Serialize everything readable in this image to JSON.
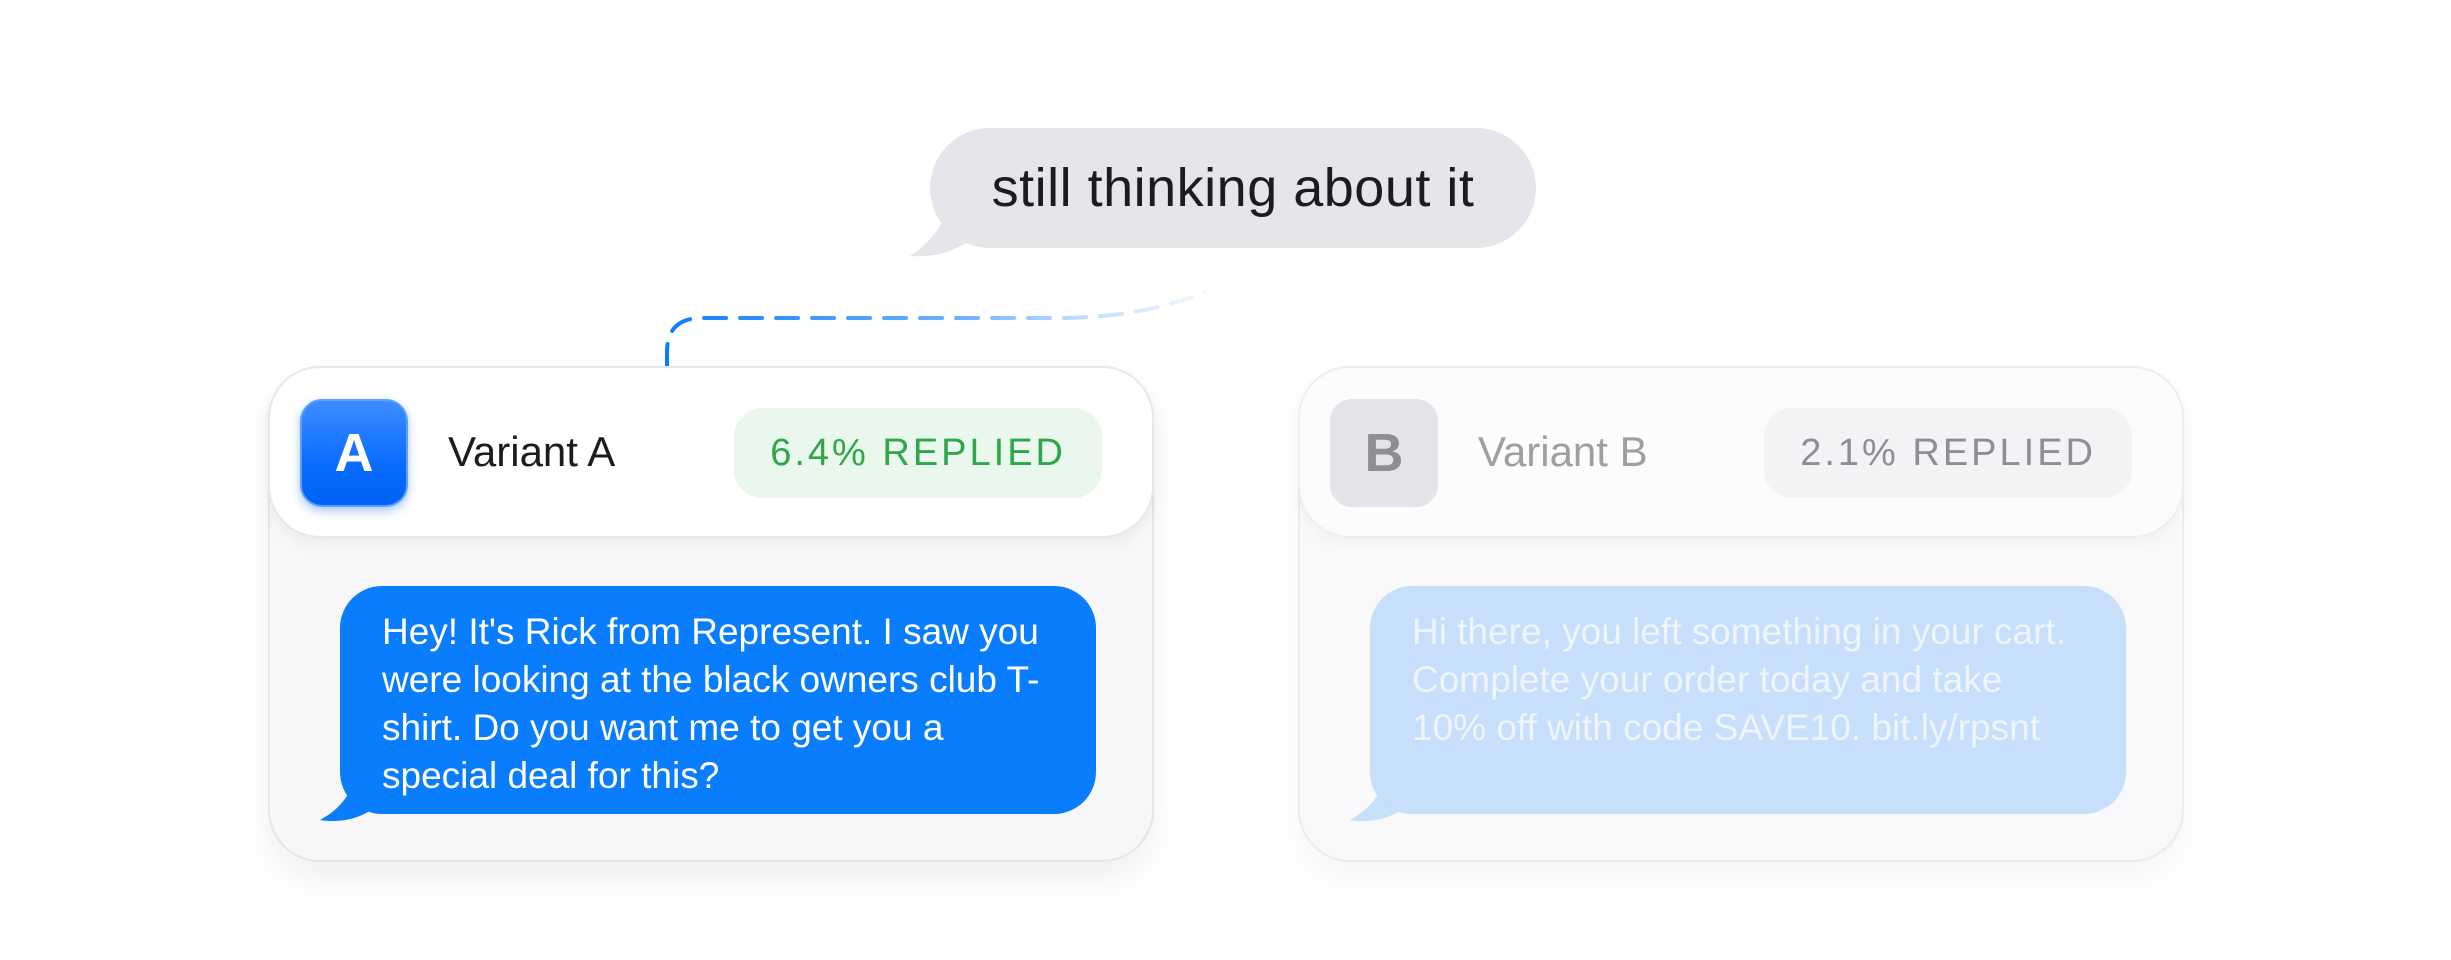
{
  "reply": {
    "text": "still thinking about it"
  },
  "variants": [
    {
      "avatar_letter": "A",
      "label": "Variant A",
      "stat": "6.4% REPLIED",
      "message": "Hey! It's Rick from Represent. I saw you were looking at the black owners club T-shirt. Do you want me to get you a special deal for this?"
    },
    {
      "avatar_letter": "B",
      "label": "Variant B",
      "stat": "2.1% REPLIED",
      "message": "Hi there, you left something in your cart. Complete your order today and take 10% off with code SAVE10. bit.ly/rpsnt"
    }
  ],
  "colors": {
    "accent_blue": "#0a7dfd",
    "success_green": "#2ea64a",
    "reply_gray": "#e5e5ea",
    "faded_blue": "#c7dffb"
  }
}
